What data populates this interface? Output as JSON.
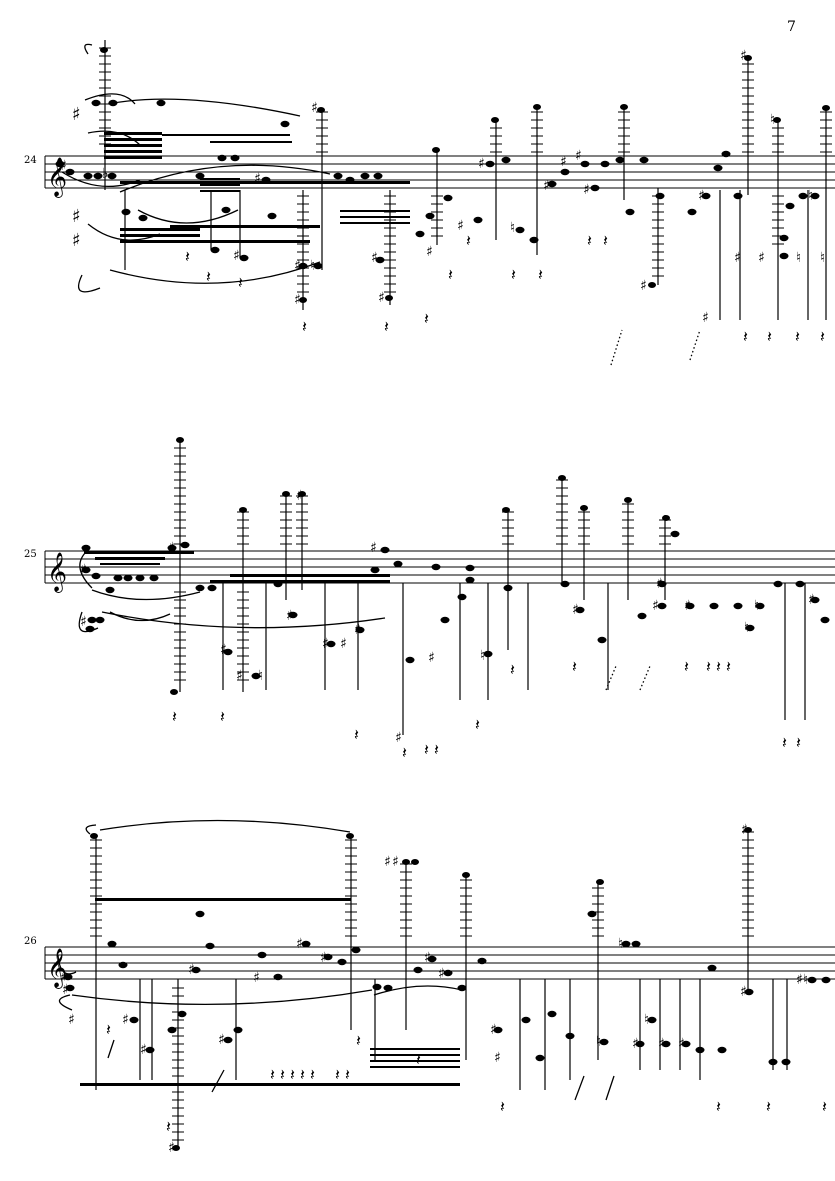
{
  "page": {
    "number": "7"
  },
  "systems": [
    {
      "measure_number": "24"
    },
    {
      "measure_number": "25"
    },
    {
      "measure_number": "26"
    }
  ],
  "glyphs": {
    "treble_clef": "𝄞",
    "sharp": "♯",
    "natural": "♮",
    "flat": "♭",
    "rest": "𝄽"
  }
}
